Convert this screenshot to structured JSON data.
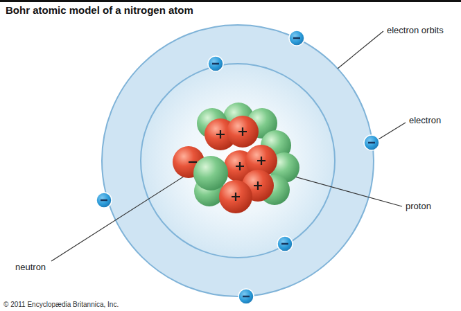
{
  "diagram": {
    "title": "Bohr atomic model of a nitrogen atom",
    "labels": [
      "electron orbits",
      "electron",
      "proton",
      "neutron",
      "© 2011 Encyclopædia Britannica, Inc."
    ]
  }
}
